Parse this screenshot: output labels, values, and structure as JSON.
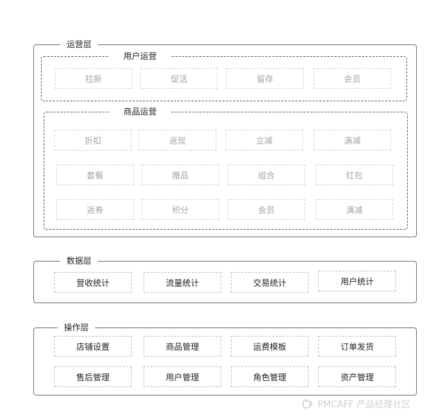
{
  "operations_layer": {
    "title": "运营层",
    "user_ops": {
      "title": "用户运营",
      "items": [
        "拉新",
        "促活",
        "留存",
        "会员"
      ]
    },
    "product_ops": {
      "title": "商品运营",
      "rows": [
        [
          "折扣",
          "返现",
          "立减",
          "满减"
        ],
        [
          "套餐",
          "赠品",
          "组合",
          "红包"
        ],
        [
          "返券",
          "积分",
          "会员",
          "满减"
        ]
      ]
    }
  },
  "data_layer": {
    "title": "数据层",
    "items": [
      "营收统计",
      "流量统计",
      "交易统计",
      "用户统计"
    ]
  },
  "action_layer": {
    "title": "操作层",
    "rows": [
      [
        "店铺设置",
        "商品管理",
        "运费模板",
        "订单发货"
      ],
      [
        "售后管理",
        "用户管理",
        "角色管理",
        "资产管理"
      ]
    ]
  },
  "watermark": {
    "text": "PMCAFF 产品经理社区",
    "icon": "coffee-cup-logo"
  }
}
